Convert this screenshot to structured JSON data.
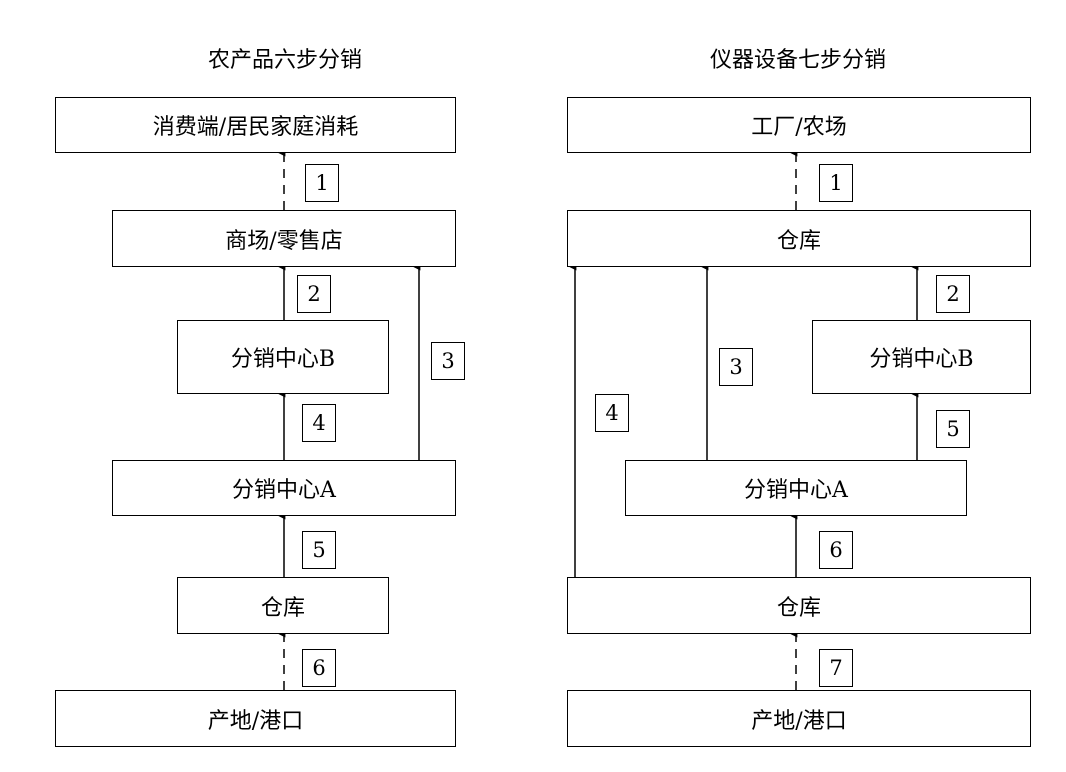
{
  "left": {
    "title": "农产品六步分销",
    "boxes": [
      "消费端/居民家庭消耗",
      "商场/零售店",
      "分销中心B",
      "分销中心A",
      "仓库",
      "产地/港口"
    ],
    "steps": [
      "1",
      "2",
      "3",
      "4",
      "5",
      "6"
    ]
  },
  "right": {
    "title": "仪器设备七步分销",
    "boxes": [
      "工厂/农场",
      "仓库",
      "分销中心B",
      "分销中心A",
      "仓库",
      "产地/港口"
    ],
    "steps": [
      "1",
      "2",
      "3",
      "4",
      "5",
      "6",
      "7"
    ]
  },
  "colors": {
    "line": "#000000",
    "background": "#ffffff"
  }
}
